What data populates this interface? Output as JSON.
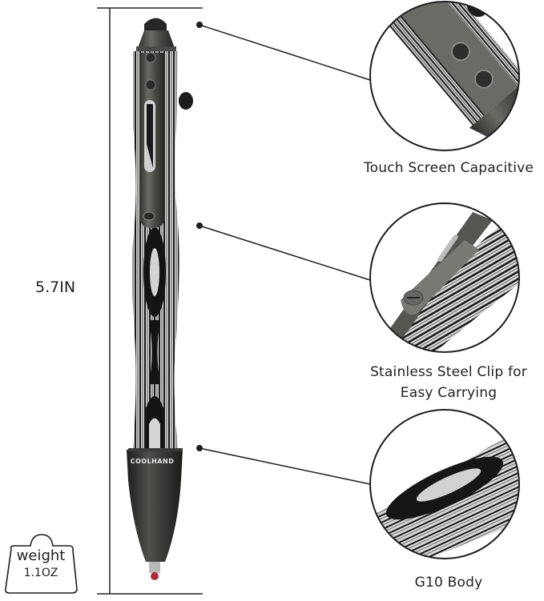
{
  "product": {
    "brand": "COOLHAND",
    "length_label": "5.7IN",
    "weight": {
      "title": "weight",
      "value": "1.1OZ"
    }
  },
  "callouts": [
    {
      "id": "touch-tip",
      "label": "Touch Screen Capacitive"
    },
    {
      "id": "clip",
      "label_line1": "Stainless Steel Clip for",
      "label_line2": "Easy Carrying"
    },
    {
      "id": "body",
      "label": "G10 Body"
    }
  ],
  "colors": {
    "background": "#ffffff",
    "line": "#1e1e1e",
    "metal_dark": "#3a3a38",
    "metal_mid": "#5d5d5a",
    "g10_light": "#d9d9d9",
    "g10_dark": "#161616",
    "tip_red": "#b0283a"
  }
}
